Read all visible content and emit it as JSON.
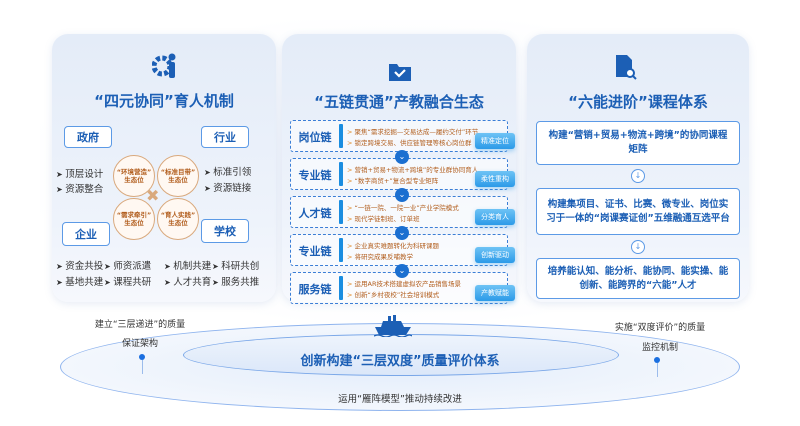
{
  "left": {
    "title": "“四元协同”育人机制",
    "icon": "gear-person-icon",
    "boxes": {
      "gov": "政府",
      "industry": "行业",
      "enterprise": "企业",
      "school": "学校"
    },
    "gov_items": [
      "顶层设计",
      "资源整合"
    ],
    "industry_items": [
      "标准引领",
      "资源链接"
    ],
    "circles": [
      {
        "line1": "“环境营造”",
        "line2": "生态位"
      },
      {
        "line1": "“标准目带”",
        "line2": "生态位"
      },
      {
        "line1": "“需求牵引”",
        "line2": "生态位"
      },
      {
        "line1": "“育人实践”",
        "line2": "生态位"
      }
    ],
    "enterprise_items": [
      "资金共投",
      "师资派遣",
      "基地共建",
      "课程共研"
    ],
    "school_items": [
      "机制共建",
      "科研共创",
      "人才共育",
      "服务共推"
    ]
  },
  "middle": {
    "title": "“五链贯通”产教融合生态",
    "icon": "folder-check-icon",
    "rows": [
      {
        "label": "岗位链",
        "lines": [
          "聚焦“需求挖掘—交易达成—履约交付”环节",
          "锁定跨境交易、供应链管理等核心岗位群"
        ],
        "tag": "精准定位"
      },
      {
        "label": "专业链",
        "lines": [
          "营销+贸易+物流+跨境”的专业群协同育人",
          "“数字商贸+”复合型专业矩阵"
        ],
        "tag": "柔性重构"
      },
      {
        "label": "人才链",
        "lines": [
          "“一链一院、一院一业”产业学院模式",
          "现代学徒制班、订单班"
        ],
        "tag": "分类育人"
      },
      {
        "label": "专业链",
        "lines": [
          "企业真实难题转化为科研课题",
          "将研究成果反哺教学"
        ],
        "tag": "创新驱动"
      },
      {
        "label": "服务链",
        "lines": [
          "运用AR技术搭建虚拟农产品销售场景",
          "创新“乡村夜校”社会培训模式"
        ],
        "tag": "产教赋能"
      }
    ]
  },
  "right": {
    "title": "“六能进阶”课程体系",
    "icon": "document-search-icon",
    "steps": [
      "构建“营销+贸易+物流+跨境”的协同课程矩阵",
      "构建集项目、证书、比赛、微专业、岗位实习于一体的“岗课赛证创”五维融通互选平台",
      "培养能认知、能分析、能协同、能实操、能创新、能跨界的“六能”人才"
    ]
  },
  "bottom": {
    "icon": "ship-icon",
    "center": "创新构建“三层双度”质量评价体系",
    "left_note": [
      "建立“三层递进”的质量",
      "保证架构"
    ],
    "right_note": [
      "实施“双度评价”的质量",
      "监控机制"
    ],
    "footer": "运用“雁阵模型”推动持续改进"
  },
  "colors": {
    "primary": "#1c5fb5",
    "accent": "#1a8de0",
    "orange": "#b25e1e"
  }
}
